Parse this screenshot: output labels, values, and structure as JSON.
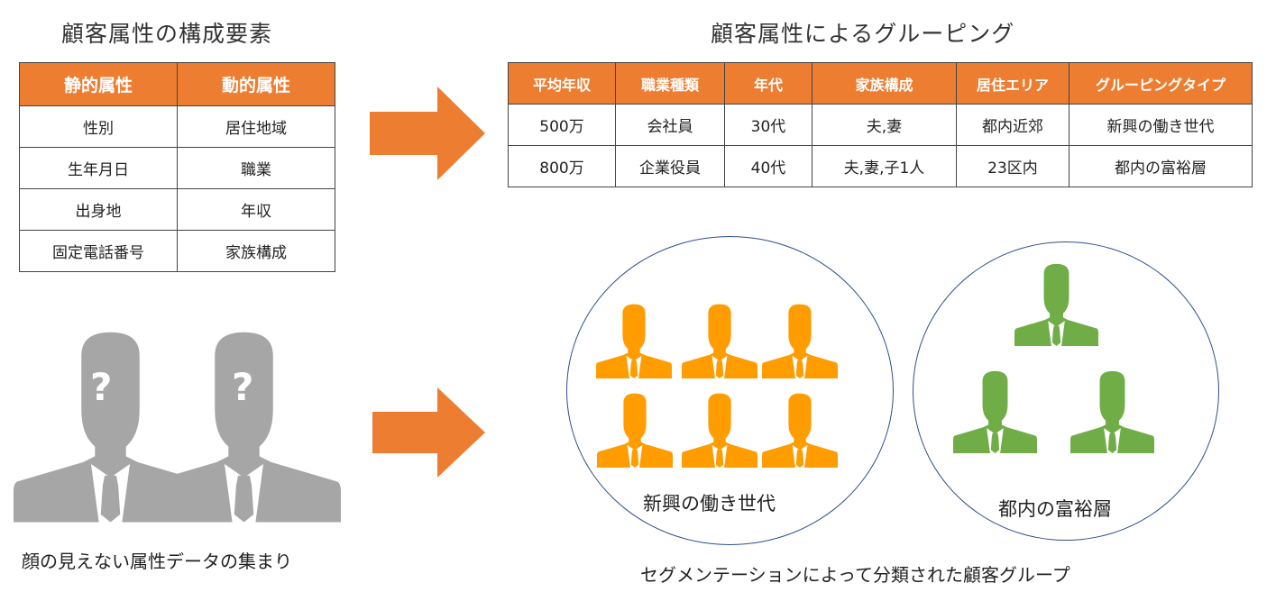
{
  "left_section": {
    "heading": "顧客属性の構成要素",
    "table": {
      "headers": [
        "静的属性",
        "動的属性"
      ],
      "rows": [
        [
          "性別",
          "居住地域"
        ],
        [
          "生年月日",
          "職業"
        ],
        [
          "出身地",
          "年収"
        ],
        [
          "固定電話番号",
          "家族構成"
        ]
      ]
    },
    "unknown_people_mark": "?",
    "caption": "顔の見えない属性データの集まり"
  },
  "right_section": {
    "heading": "顧客属性によるグルーピング",
    "table": {
      "headers": [
        "平均年収",
        "職業種類",
        "年代",
        "家族構成",
        "居住エリア",
        "グルーピングタイプ"
      ],
      "rows": [
        [
          "500万",
          "会社員",
          "30代",
          "夫,妻",
          "都内近郊",
          "新興の働き世代"
        ],
        [
          "800万",
          "企業役員",
          "40代",
          "夫,妻,子1人",
          "23区内",
          "都内の富裕層"
        ]
      ]
    },
    "groups": [
      {
        "label": "新興の働き世代",
        "color": "#FF9C00",
        "people": 6
      },
      {
        "label": "都内の富裕層",
        "color": "#70AD47",
        "people": 3
      }
    ],
    "caption": "セグメンテーションによって分類された顧客グループ"
  },
  "colors": {
    "accent": "#ED7D31",
    "unknown_person": "#A6A6A6",
    "circle_border": "#2F4F8A"
  }
}
